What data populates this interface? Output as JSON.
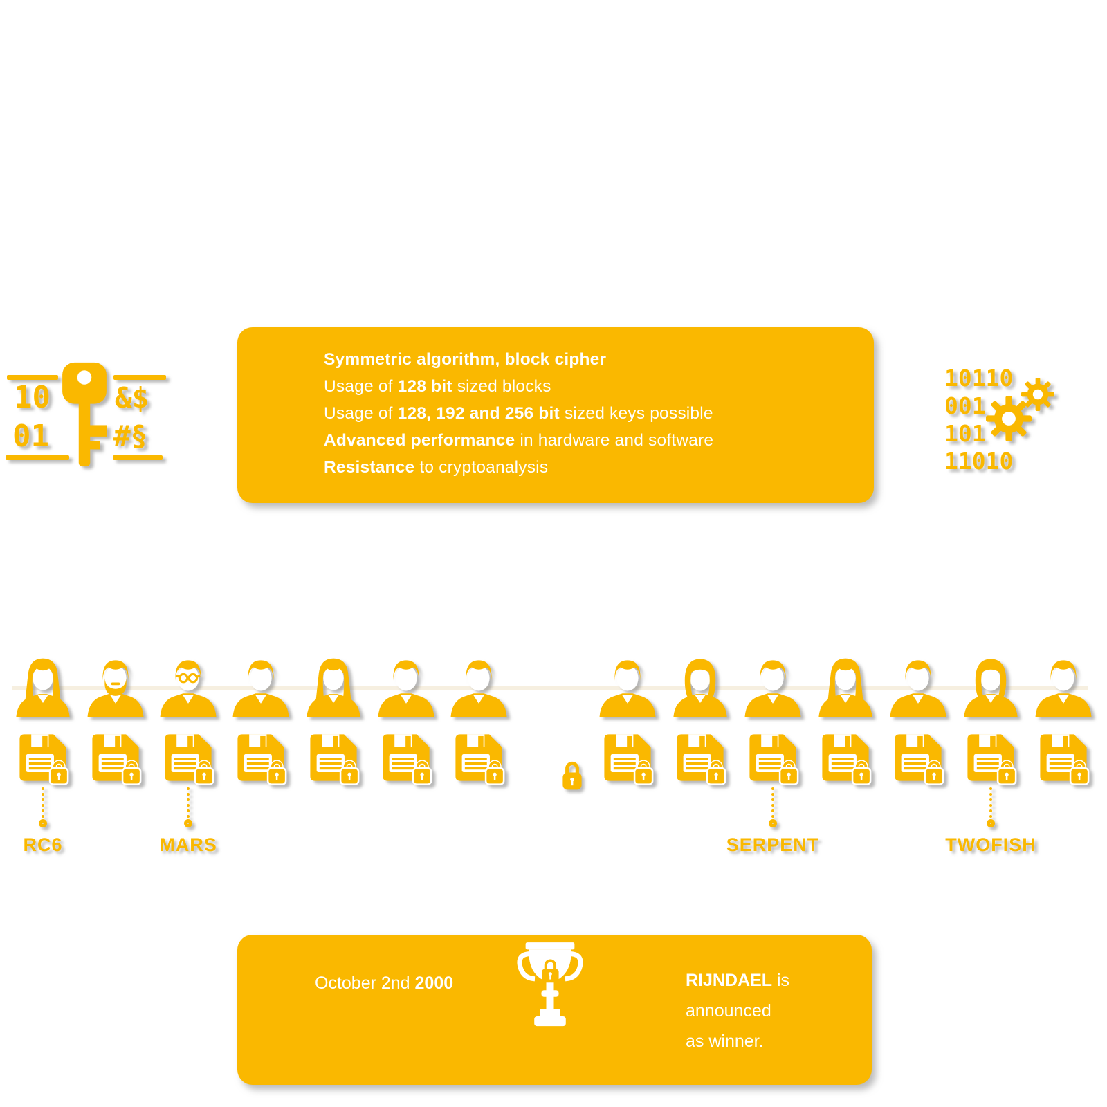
{
  "palette": {
    "amber": "#FAB800",
    "white": "#FFFFFF",
    "shadow_gray": "#7D7D7D"
  },
  "top_box": {
    "lines": [
      {
        "pre": "",
        "bold": "Symmetric algorithm, block cipher",
        "post": ""
      },
      {
        "pre": "Usage of ",
        "bold": "128 bit",
        "post": " sized blocks"
      },
      {
        "pre": "Usage of ",
        "bold": "128, 192 and 256 bit",
        "post": " sized keys possible"
      },
      {
        "pre": "",
        "bold": "Advanced performance",
        "post": " in hardware and software"
      },
      {
        "pre": "",
        "bold": "Resistance",
        "post": " to cryptoanalysis"
      }
    ]
  },
  "left_icon": {
    "name": "key-binary-icon",
    "binary": [
      "10",
      "01"
    ],
    "symbols": [
      "&$",
      "#§"
    ]
  },
  "right_icon": {
    "name": "binary-gears-icon",
    "binary": [
      "10110",
      "001",
      "101",
      "11010"
    ]
  },
  "candidates": {
    "left_group": [
      "woman",
      "man-beard",
      "man-glasses",
      "man",
      "woman",
      "man",
      "man"
    ],
    "right_group": [
      "man",
      "woman-scarf",
      "man",
      "woman",
      "man",
      "woman-scarf",
      "man"
    ],
    "labels": [
      {
        "text": "RC6",
        "group": "left",
        "col": 0
      },
      {
        "text": "MARS",
        "group": "left",
        "col": 2
      },
      {
        "text": "SERPENT",
        "group": "right",
        "col": 2
      },
      {
        "text": "TWOFISH",
        "group": "right",
        "col": 5
      }
    ]
  },
  "bottom_box": {
    "date_pre": "October 2nd ",
    "date_bold": "2000",
    "winner_bold": "RIJNDAEL",
    "winner_post": " is announced",
    "winner_line2": "as winner."
  }
}
